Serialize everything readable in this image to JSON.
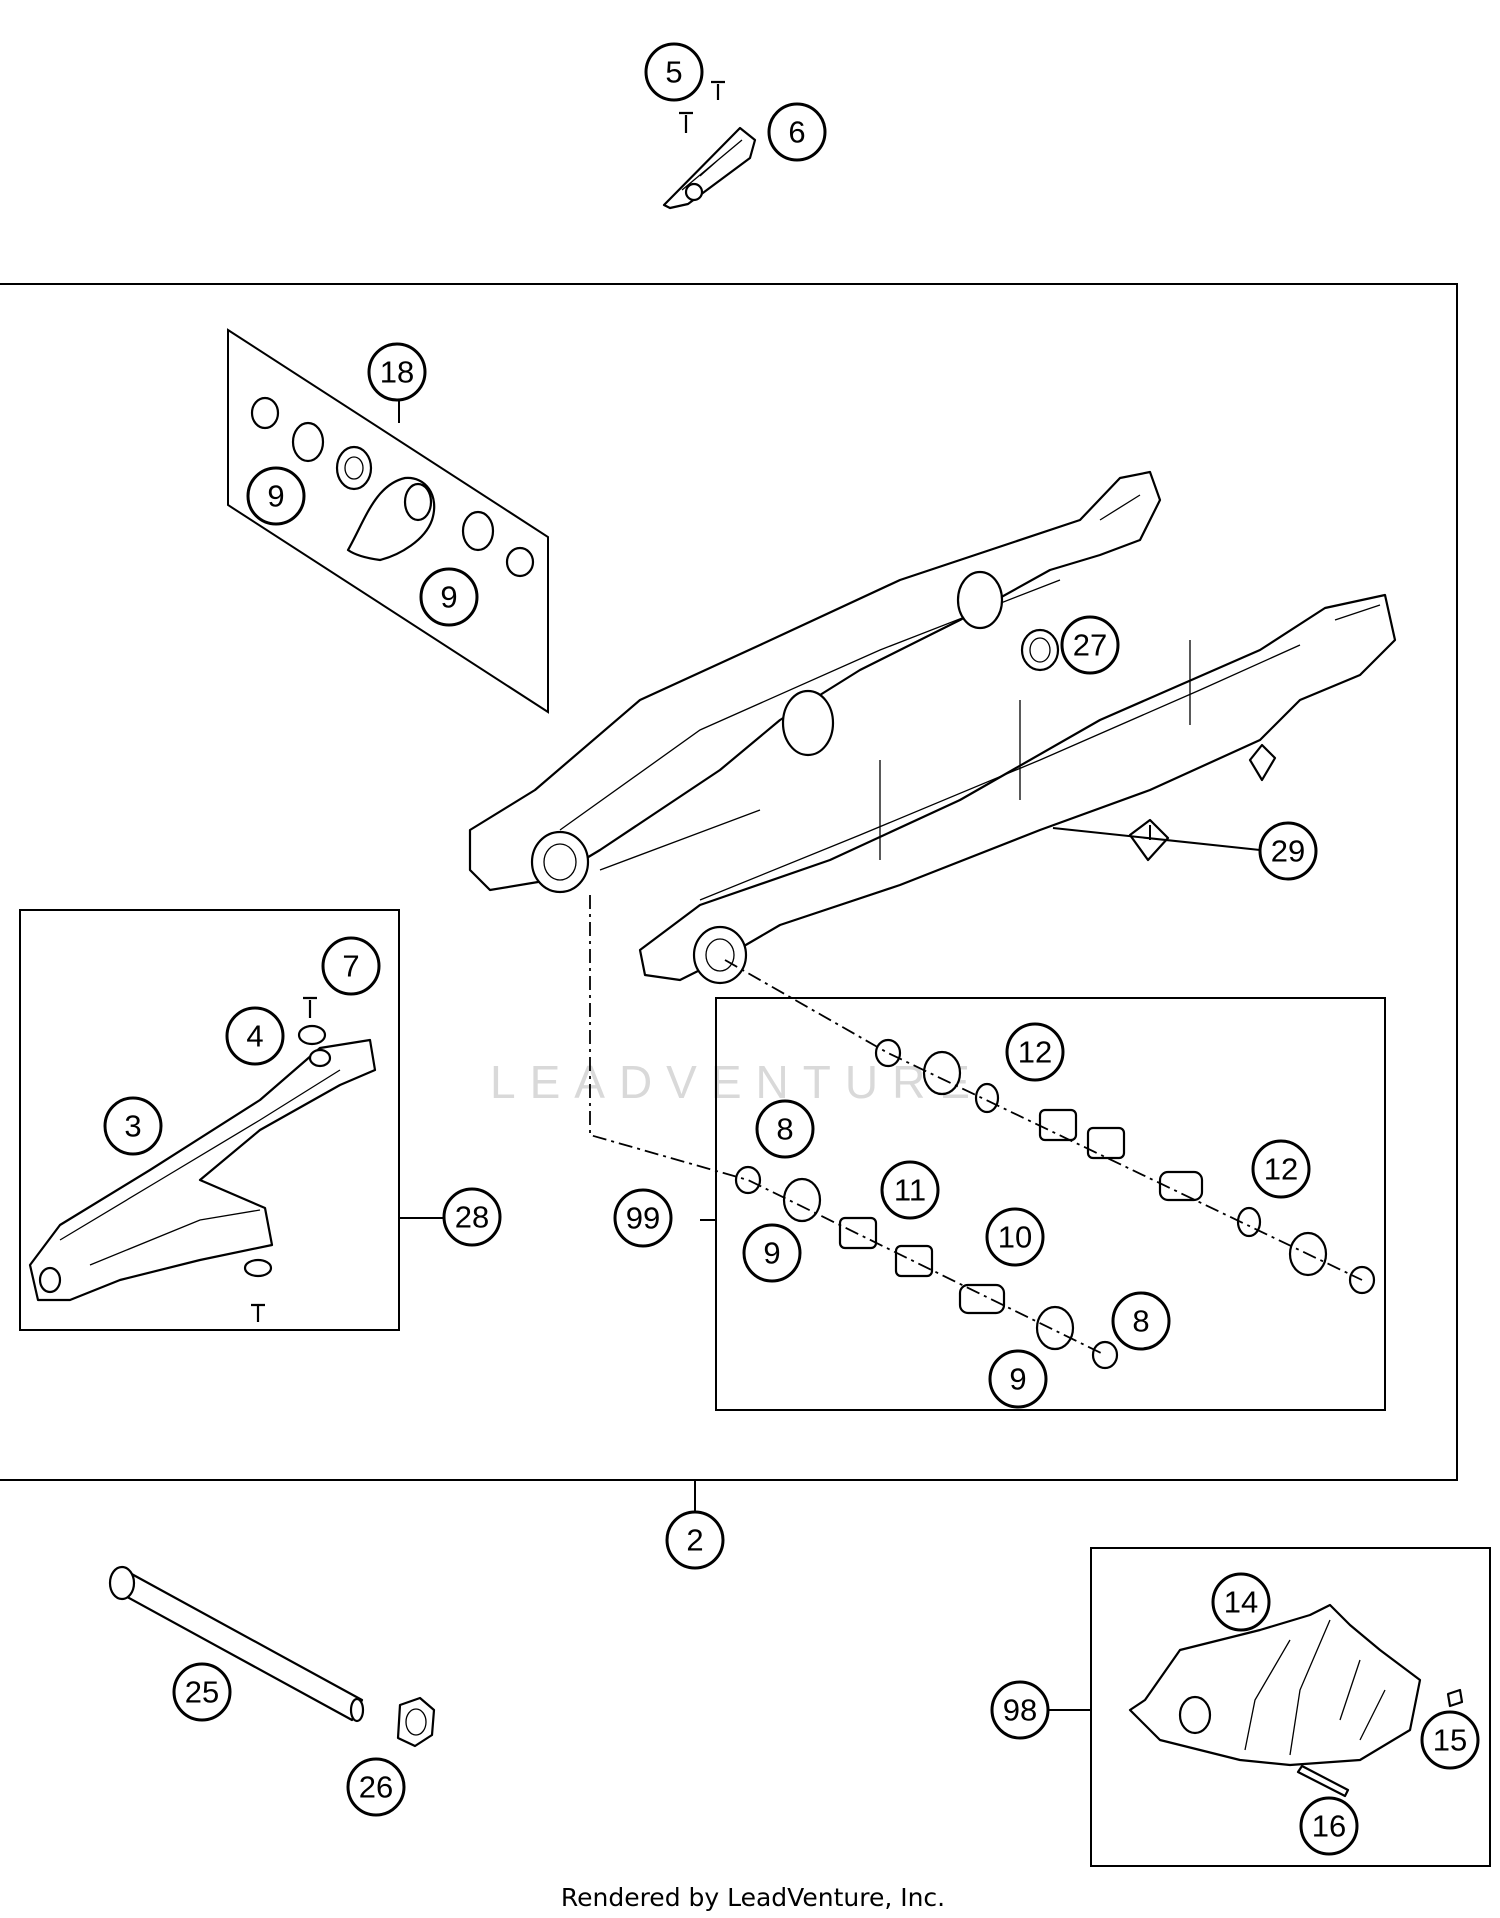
{
  "watermark": "LEADVENTURE",
  "footer": "Rendered by LeadVenture, Inc.",
  "callouts": [
    "5",
    "6",
    "18",
    "9",
    "9",
    "27",
    "29",
    "7",
    "4",
    "3",
    "28",
    "12",
    "8",
    "99",
    "11",
    "10",
    "9",
    "12",
    "8",
    "9",
    "2",
    "25",
    "26",
    "14",
    "98",
    "15",
    "16"
  ]
}
